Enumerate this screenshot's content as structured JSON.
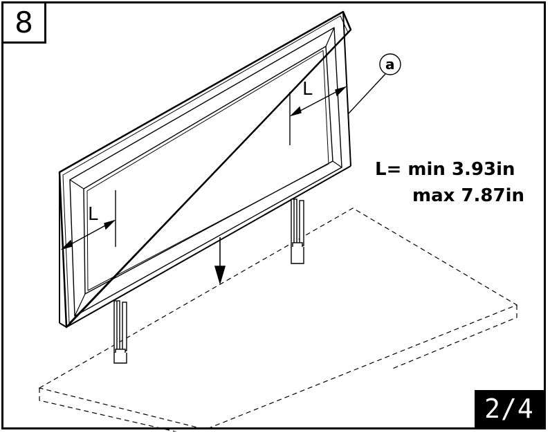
{
  "step": {
    "number": "8"
  },
  "page": {
    "indicator": "2/4"
  },
  "callout": {
    "letter": "a"
  },
  "dimension": {
    "label_left": "L",
    "label_right": "L",
    "spec_min": "L= min 3.93in",
    "spec_max": "max 7.87in"
  },
  "colors": {
    "line": "#000000",
    "badge_bg": "#000000",
    "badge_text": "#ffffff",
    "background": "#ffffff"
  }
}
